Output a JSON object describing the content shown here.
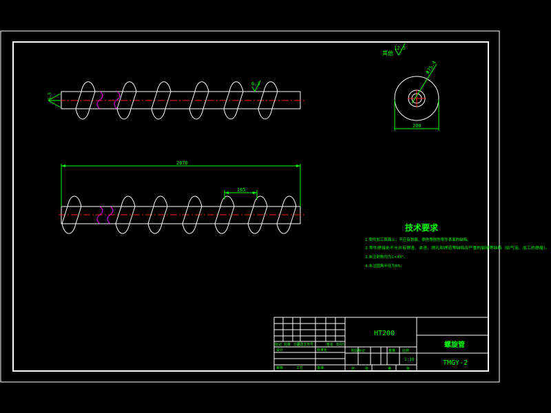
{
  "colors": {
    "background": "#000000",
    "frame": "#ffffff",
    "centerline": "#ff2020",
    "break_line": "#ff00ff",
    "dimension": "#00ff00",
    "notes_title": "#00ff00",
    "notes_text": "#00ff00",
    "titleblock_text": "#00ff00"
  },
  "top_view": {
    "dim_left": "5.5",
    "roughness_mark": "6.3"
  },
  "end_view": {
    "roughness_label": "其他",
    "roughness_value": "12.5",
    "diameter_label": "Φ75.4",
    "width_label": "200"
  },
  "front_view": {
    "overall_length": "2070",
    "pitch": "165"
  },
  "technical_requirements": {
    "title": "技术要求",
    "items": [
      "1.零件加工表面上，不应有划痕、擦伤等损伤零件表面的缺陷。",
      "2.零件焊接处不允许有焊渣、夹渣，焊孔和焊道等缺陷及严重的裂缝等缺陷（如气泡、加工的焊瘤）。",
      "3.未注倒角均为1×45°。",
      "4.未注圆角半径为R5。"
    ]
  },
  "title_block": {
    "material": "HT200",
    "part_name": "螺旋管",
    "drawing_number": "TMGY-2",
    "scale": "1:10",
    "row_labels": [
      "标记",
      "处数",
      "分区",
      "更改文件号",
      "签名",
      "年月日"
    ],
    "sign_labels": [
      "设计",
      "标准化"
    ],
    "stage_labels": [
      "阶段标记",
      "重量",
      "比例"
    ],
    "check_labels": [
      "审核",
      "工艺",
      "批准"
    ],
    "sheet_labels": [
      "共",
      "张",
      "第",
      "张"
    ]
  }
}
